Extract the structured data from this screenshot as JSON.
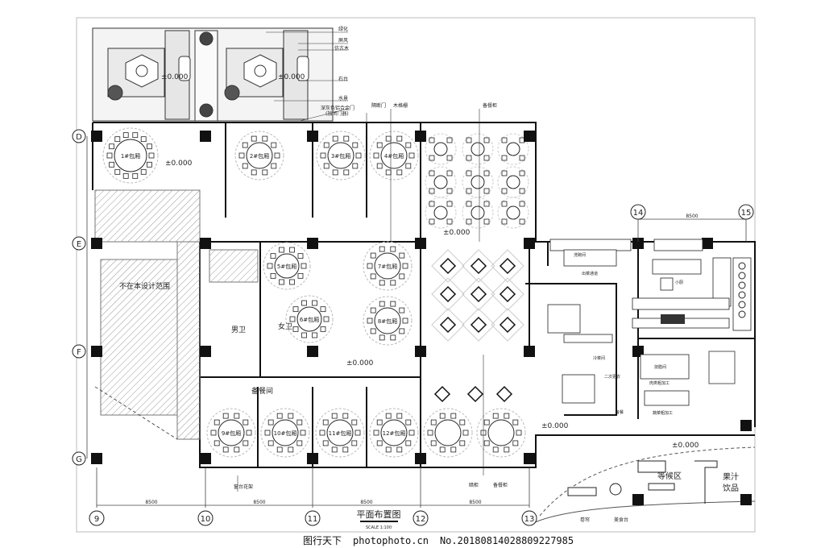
{
  "title": "平面布置图",
  "scale": "SCALE 1:100",
  "elevation": "±0.000",
  "dimension": "8500",
  "axes": {
    "columns": [
      "9",
      "10",
      "11",
      "12",
      "13",
      "14",
      "15"
    ],
    "rows": [
      "D",
      "E",
      "F",
      "G"
    ]
  },
  "annotations": {
    "greenery": "绿化",
    "screen": "屏风",
    "antique_wood": "仿古木",
    "stone_table": "石台",
    "water_feature": "水景",
    "door": "深灰色铝合金门",
    "door_note": "(加闭门器)",
    "partition_door": "隔断门",
    "wood_grille": "木格栅",
    "serving_cabinet": "备餐柜",
    "serving_cabinet_2": "备餐柜",
    "window_planter": "窗台花架",
    "cabinet": "暗柜"
  },
  "rooms": {
    "private": [
      "1#包厢",
      "2#包厢",
      "3#包厢",
      "4#包厢",
      "5#包厢",
      "6#包厢",
      "7#包厢",
      "8#包厢",
      "9#包厢",
      "10#包厢",
      "11#包厢",
      "12#包厢"
    ],
    "out_of_scope": "不在本设计范围",
    "mens_wc": "男卫",
    "womens_wc": "女卫",
    "pantry": "备餐间",
    "waiting_area": "等候区",
    "juice_1": "果汁",
    "juice_2": "饮品",
    "shutter": "卷帘",
    "counter": "美食台"
  },
  "kitchen": {
    "dishwash": "洗碗间",
    "corridor": "出菜通道",
    "small_kitchen": "小厨",
    "cold_room": "冷菜间",
    "changing": "二次更衣",
    "roast": "烧腊间",
    "meat_prep": "肉类粗加工",
    "veg_prep": "蔬菜粗加工",
    "serving": "备餐"
  },
  "watermark": {
    "site": "图行天下",
    "url": "photophoto.cn",
    "number": "No.20180814028809227985"
  }
}
